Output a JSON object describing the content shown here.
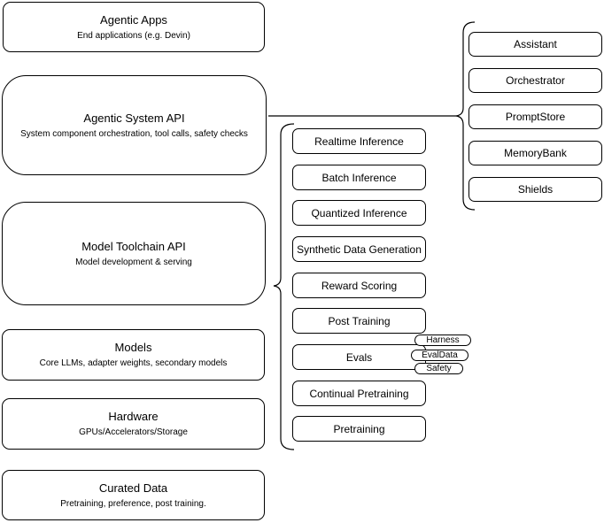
{
  "left_stack": [
    {
      "title": "Agentic Apps",
      "subtitle": "End applications (e.g. Devin)"
    },
    {
      "title": "Agentic System API",
      "subtitle": "System component orchestration, tool calls, safety checks"
    },
    {
      "title": "Model Toolchain API",
      "subtitle": "Model development & serving"
    },
    {
      "title": "Models",
      "subtitle": "Core LLMs, adapter weights, secondary models"
    },
    {
      "title": "Hardware",
      "subtitle": "GPUs/Accelerators/Storage"
    },
    {
      "title": "Curated Data",
      "subtitle": "Pretraining, preference, post training."
    }
  ],
  "toolchain_stack": [
    "Realtime Inference",
    "Batch Inference",
    "Quantized Inference",
    "Synthetic Data Generation",
    "Reward Scoring",
    "Post Training",
    "Evals",
    "Continual Pretraining",
    "Pretraining"
  ],
  "eval_tags": [
    "Harness",
    "EvalData",
    "Safety"
  ],
  "system_components": [
    "Assistant",
    "Orchestrator",
    "PromptStore",
    "MemoryBank",
    "Shields"
  ],
  "colors": {
    "stroke": "#000000",
    "fill": "#ffffff",
    "background": "#ffffff",
    "text": "#000000"
  }
}
